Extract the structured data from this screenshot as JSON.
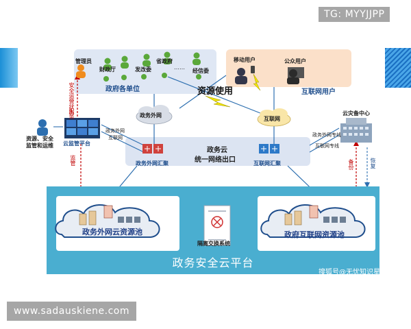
{
  "watermark_top": "TG: MYYJJPP",
  "watermark_bottom": "www.sadauskiene.com",
  "watermark_inner": "搜狐号@无忧知识星球",
  "gov": {
    "title": "政府各单位",
    "roles": [
      "管理员",
      "财政厅",
      "发改委",
      "省政府",
      "……",
      "经信委"
    ]
  },
  "internet_users": {
    "title": "互联网用户",
    "mobile": "移动用户",
    "public": "公众用户"
  },
  "resource_use": "资源使用",
  "cloud_gov_ext": "政务外网",
  "cloud_internet": "互联网",
  "monitor": {
    "people_label": "资源、安全\n监管和运维",
    "platform": "云监管平台",
    "status_label": "安全运营状态",
    "service_label": "服务",
    "supervise": "监管"
  },
  "center": {
    "line1": "政务云",
    "line2": "统一网络出口",
    "gov_ext_agg": "政务外网汇聚",
    "internet_agg": "互联网汇聚"
  },
  "disaster": {
    "title": "云灾备中心",
    "link1": "政务外网专线",
    "link2": "互联网专线",
    "backup": "备份",
    "restore": "恢复"
  },
  "links_left": [
    "政务外网",
    "互联网"
  ],
  "platform": {
    "title": "政务安全云平台",
    "pool_left": "政务外网云资源池",
    "pool_right": "政府互联网资源池",
    "isolation": "隔离交换系统"
  },
  "colors": {
    "gov_box": "#dfe7f4",
    "net_box": "#fbe0c9",
    "platform": "#4aaed0",
    "accent_red": "#c00000",
    "line_blue": "#2d6fb0"
  }
}
